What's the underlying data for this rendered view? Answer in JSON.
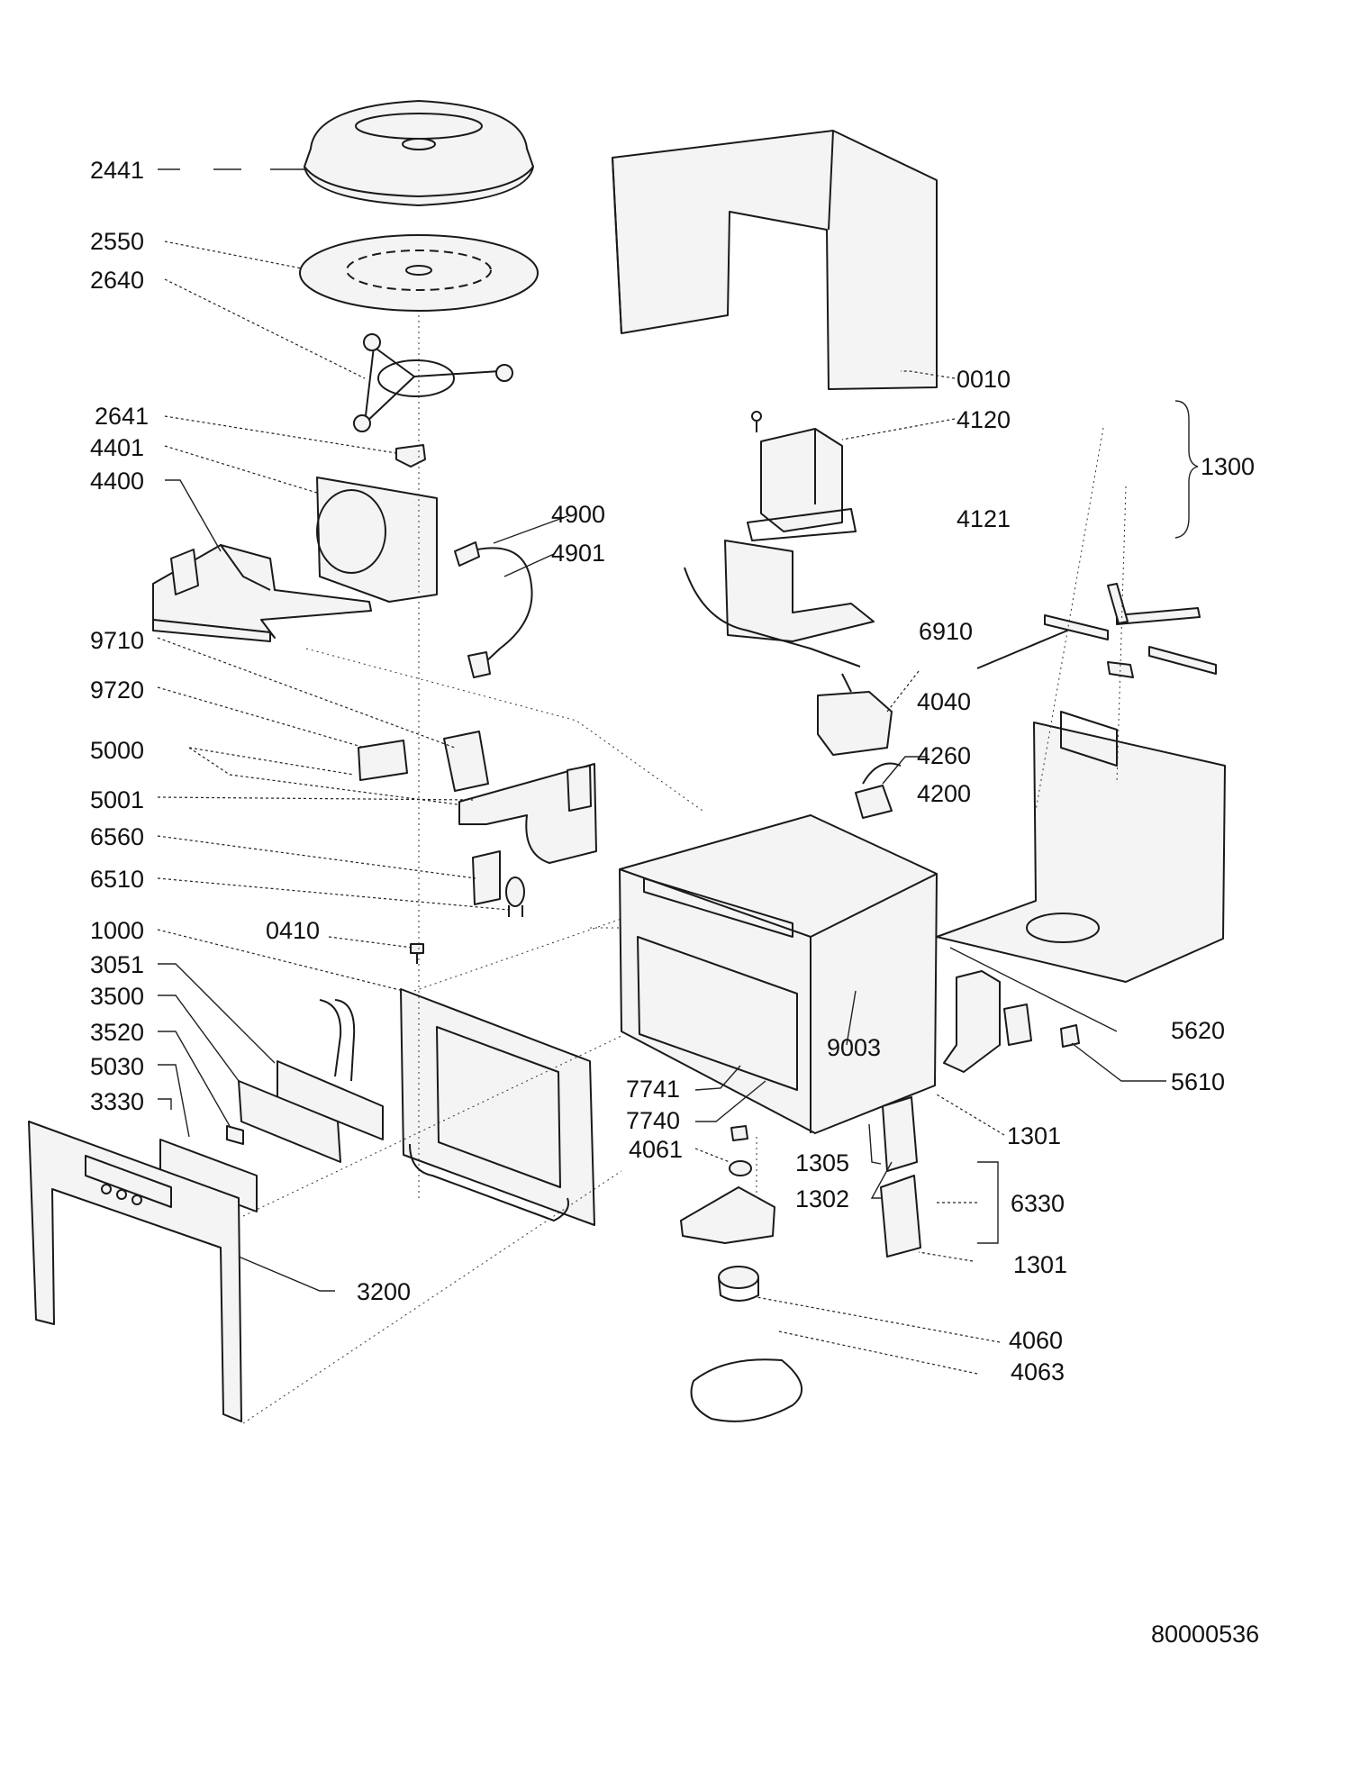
{
  "labels": {
    "l2441": "2441",
    "l2550": "2550",
    "l2640": "2640",
    "l2641": "2641",
    "l4401": "4401",
    "l4400": "4400",
    "l9710": "9710",
    "l9720": "9720",
    "l5000": "5000",
    "l5001": "5001",
    "l6560": "6560",
    "l6510": "6510",
    "l1000": "1000",
    "l0410": "0410",
    "l3051": "3051",
    "l3500": "3500",
    "l3520": "3520",
    "l5030": "5030",
    "l3330": "3330",
    "l3200": "3200",
    "l4900": "4900",
    "l4901": "4901",
    "l0010": "0010",
    "l4120": "4120",
    "l4121": "4121",
    "l1300": "1300",
    "l6910": "6910",
    "l4040": "4040",
    "l4260": "4260",
    "l4200": "4200",
    "l5620": "5620",
    "l5610": "5610",
    "l9003": "9003",
    "l7741": "7741",
    "l7740": "7740",
    "l4061": "4061",
    "l1305": "1305",
    "l1302": "1302",
    "l1301a": "1301",
    "l6330": "6330",
    "l1301b": "1301",
    "l4060": "4060",
    "l4063": "4063"
  },
  "drawing_number": "80000536"
}
